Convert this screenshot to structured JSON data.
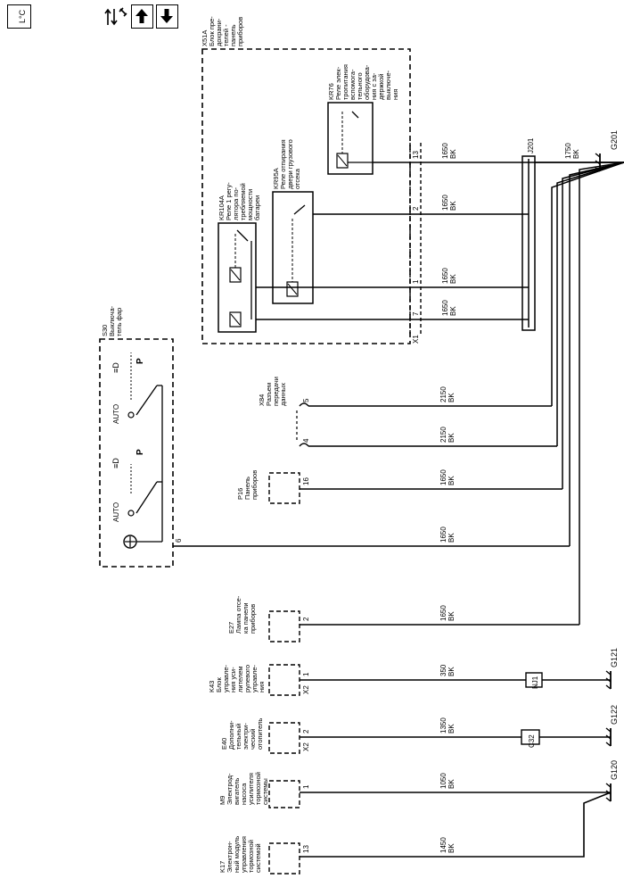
{
  "toolbar": {
    "legend_glyph": "L°C",
    "tools_icon": "up-down-wrench-icon",
    "up_icon": "arrow-up-icon",
    "down_icon": "arrow-down-icon"
  },
  "grounds": {
    "g201": "G201",
    "g121": "G121",
    "g122": "G122",
    "g120": "G120"
  },
  "wires_main": {
    "w1750": [
      "1750",
      "BK"
    ],
    "w13": [
      "1650",
      "BK"
    ],
    "w2": [
      "1650",
      "BK"
    ],
    "w1": [
      "1650",
      "BK"
    ],
    "w7": [
      "1650",
      "BK"
    ]
  },
  "wires_left": {
    "x84_5": [
      "2150",
      "BK"
    ],
    "x84_4": [
      "2150",
      "BK"
    ],
    "p16": [
      "1650",
      "BK"
    ],
    "s30": [
      "1650",
      "BK"
    ],
    "e27": [
      "1650",
      "BK"
    ],
    "k43": [
      "350",
      "BK"
    ],
    "e40": [
      "1350",
      "BK"
    ],
    "m9": [
      "1050",
      "BK"
    ],
    "k17": [
      "1450",
      "BK"
    ]
  },
  "components": {
    "x51a": [
      "X51A",
      "Блок пре-",
      "дохрани-",
      "телей -",
      "панель",
      "приборов"
    ],
    "kr76": [
      "KR76",
      "Реле элек-",
      "тропитания",
      "вспомога-",
      "тельного",
      "оборудова-",
      "ния с за-",
      "держкой",
      "выключе-",
      "ния"
    ],
    "kr95a": [
      "KR95A",
      "Реле отпирания",
      "двери грузового",
      "отсека"
    ],
    "kr104a": [
      "KR104A",
      "Реле 1 регу-",
      "лятора по-",
      "требляемой",
      "мощности",
      "батареи"
    ],
    "s30": [
      "S30",
      "Выключа-",
      "тель фар"
    ],
    "x84": [
      "X84",
      "Разъем",
      "передачи",
      "данных"
    ],
    "p16": [
      "P16",
      "Панель",
      "приборов"
    ],
    "e27": [
      "E27",
      "Лампа отсе-",
      "ка панели",
      "приборов"
    ],
    "k43": [
      "K43",
      "Блок",
      "управле-",
      "ния уси-",
      "лителем",
      "рулевого",
      "управле-",
      "ния"
    ],
    "e40": [
      "E40",
      "Дополни-",
      "тельный",
      "электри-",
      "ческий",
      "отопитель"
    ],
    "m9": [
      "M9",
      "Электрод-",
      "вигатель",
      "насоса",
      "усилителя",
      "тормозной",
      "системы"
    ],
    "k17": [
      "K17",
      "Электрон-",
      "ный модуль",
      "управления",
      "тормозной",
      "системой"
    ]
  },
  "connectors": {
    "x1": "X1",
    "j201": "J201",
    "x2_k43": "X2",
    "x2_e40": "X2",
    "nj1": "NJ1",
    "c32": "C32"
  },
  "pins": {
    "p13": "13",
    "p2": "2",
    "p1": "1",
    "p7": "7",
    "x84_5": "5",
    "x84_4": "4",
    "p16": "16",
    "s30": "6",
    "e27": "2",
    "k43": "1",
    "e40": "2",
    "m9": "1",
    "k17": "13"
  },
  "switch_labels": {
    "auto_upper": "AUTO",
    "auto_lower": "AUTO",
    "park_upper": "P",
    "park_lower": "P",
    "beam_upper": "≡D",
    "beam_lower": "≡D"
  }
}
